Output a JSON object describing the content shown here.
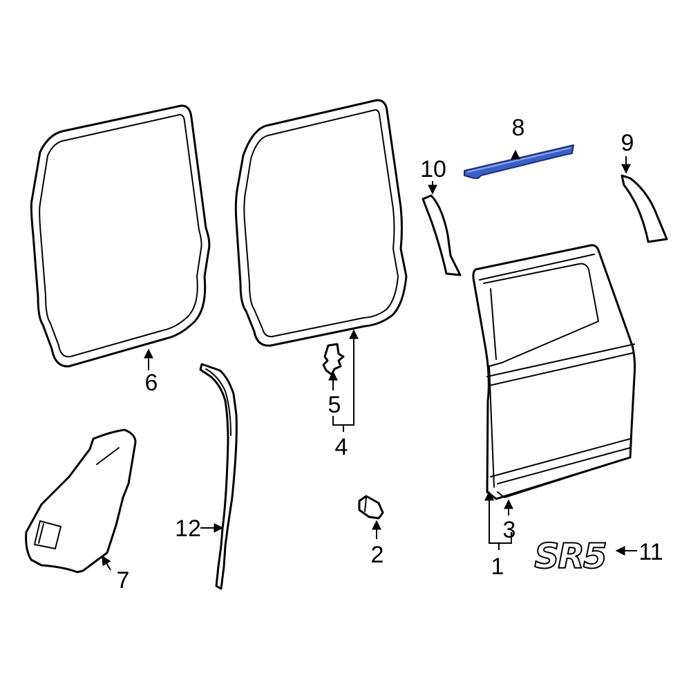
{
  "callouts": {
    "c1": "1",
    "c2": "2",
    "c3": "3",
    "c4": "4",
    "c5": "5",
    "c6": "6",
    "c7": "7",
    "c8": "8",
    "c9": "9",
    "c10": "10",
    "c11": "11",
    "c12": "12"
  },
  "emblem_text": "SR5",
  "colors": {
    "line": "#000000",
    "highlight_fill": "#3a5fc8",
    "highlight_stroke": "#1a2f80",
    "background": "#ffffff"
  }
}
